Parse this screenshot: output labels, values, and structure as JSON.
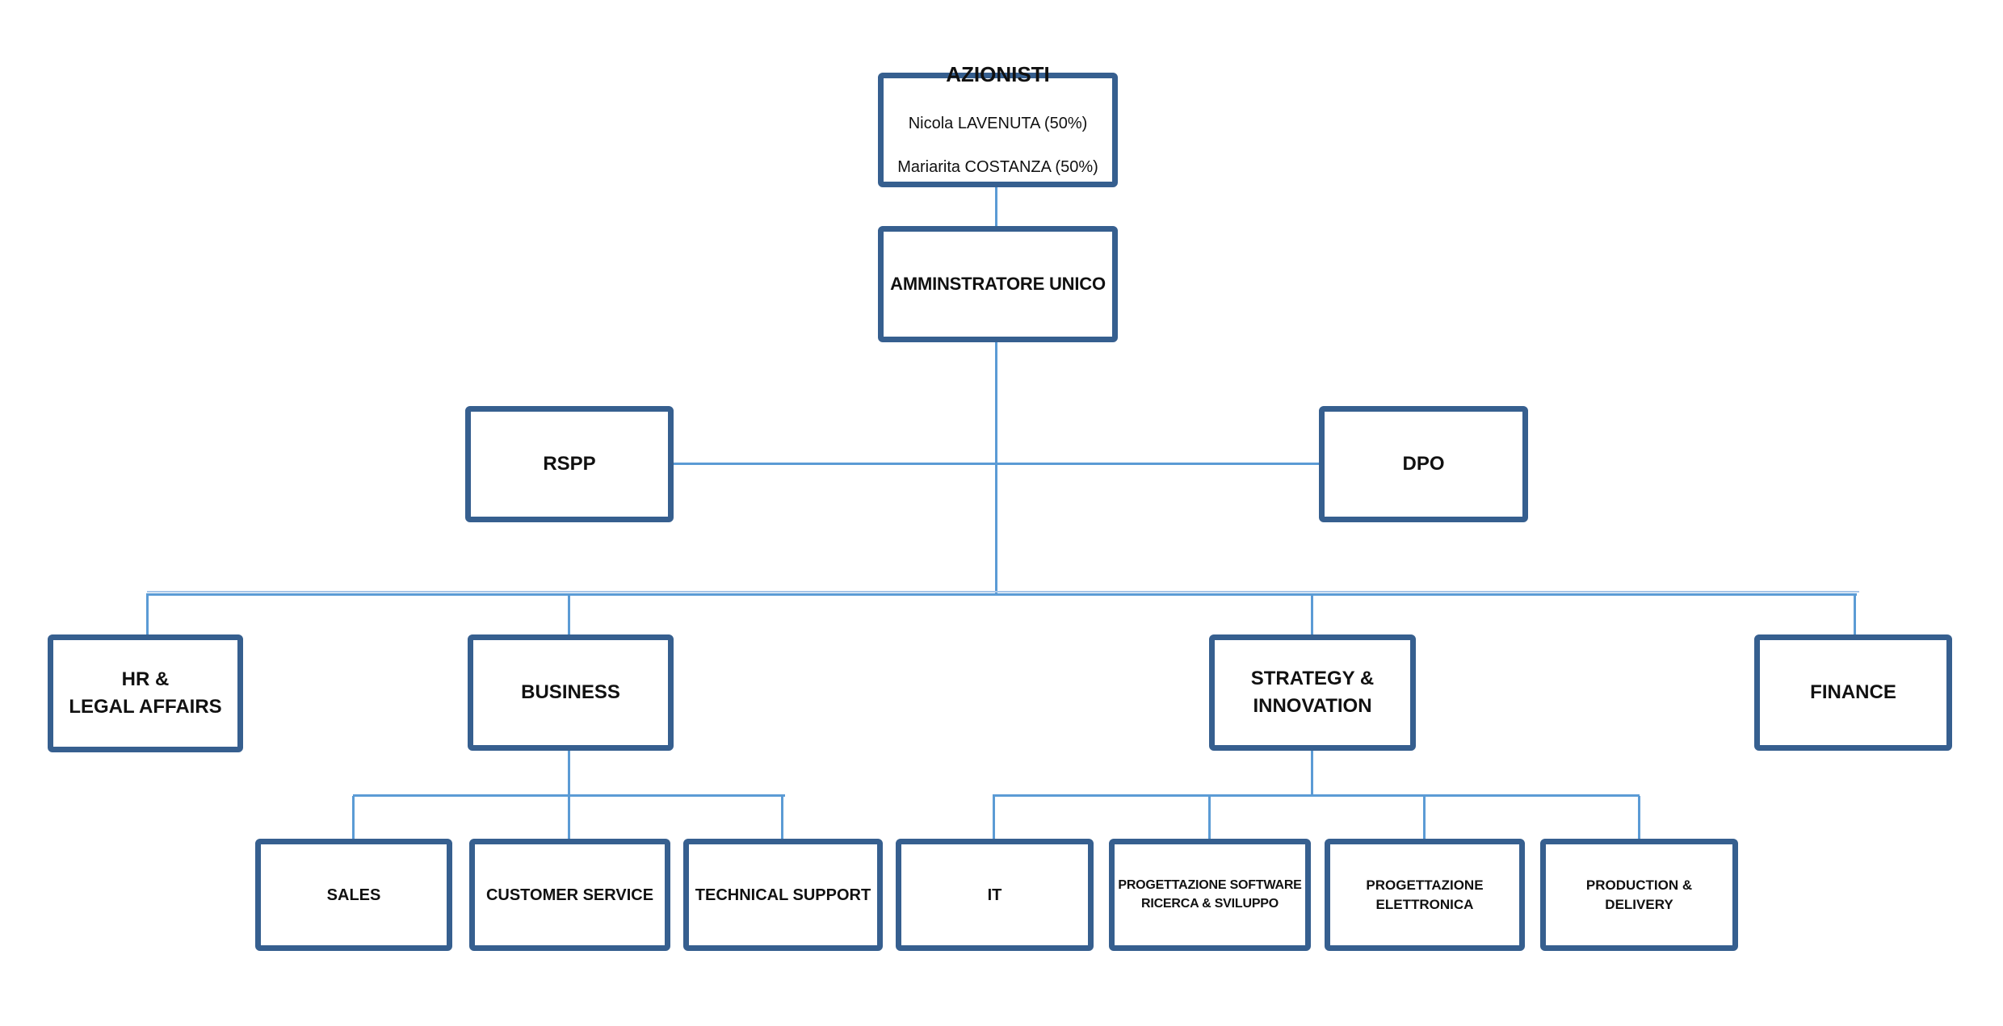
{
  "diagram": {
    "type": "org-chart",
    "colors": {
      "box_border": "#365F8F",
      "connector": "#5B9BD5",
      "connector_light": "#A7C5E8",
      "text": "#111111",
      "background": "#FFFFFF"
    },
    "nodes": {
      "azionisti": {
        "label": "AZIONISTI",
        "members": [
          "Nicola LAVENUTA (50%)",
          "Mariarita COSTANZA (50%)"
        ]
      },
      "amministratore_unico": {
        "label": "AMMINSTRATORE UNICO"
      },
      "rspp": {
        "label": "RSPP"
      },
      "dpo": {
        "label": "DPO"
      },
      "hr_legal_affairs": {
        "label": "HR &\nLEGAL AFFAIRS"
      },
      "business": {
        "label": "BUSINESS"
      },
      "strategy_innovation": {
        "label": "STRATEGY &\nINNOVATION"
      },
      "finance": {
        "label": "FINANCE"
      },
      "sales": {
        "label": "SALES"
      },
      "customer_service": {
        "label": "CUSTOMER SERVICE"
      },
      "technical_support": {
        "label": "TECHNICAL SUPPORT"
      },
      "it": {
        "label": "IT"
      },
      "progettazione_software": {
        "label": "PROGETTAZIONE SOFTWARE\nRICERCA & SVILUPPO"
      },
      "progettazione_elettronica": {
        "label": "PROGETTAZIONE\nELETTRONICA"
      },
      "production_delivery": {
        "label": "PRODUCTION &\nDELIVERY"
      }
    },
    "edges": [
      {
        "from": "azionisti",
        "to": "amministratore_unico"
      },
      {
        "from": "amministratore_unico",
        "to": "rspp",
        "type": "staff"
      },
      {
        "from": "amministratore_unico",
        "to": "dpo",
        "type": "staff"
      },
      {
        "from": "amministratore_unico",
        "to": "hr_legal_affairs"
      },
      {
        "from": "amministratore_unico",
        "to": "business"
      },
      {
        "from": "amministratore_unico",
        "to": "strategy_innovation"
      },
      {
        "from": "amministratore_unico",
        "to": "finance"
      },
      {
        "from": "business",
        "to": "sales"
      },
      {
        "from": "business",
        "to": "customer_service"
      },
      {
        "from": "business",
        "to": "technical_support"
      },
      {
        "from": "strategy_innovation",
        "to": "it"
      },
      {
        "from": "strategy_innovation",
        "to": "progettazione_software"
      },
      {
        "from": "strategy_innovation",
        "to": "progettazione_elettronica"
      },
      {
        "from": "strategy_innovation",
        "to": "production_delivery"
      }
    ]
  }
}
